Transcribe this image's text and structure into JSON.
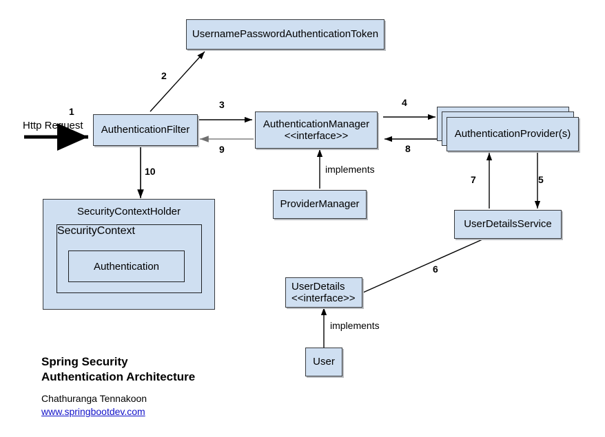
{
  "diagram": {
    "title_line1": "Spring Security",
    "title_line2": "Authentication Architecture",
    "author": "Chathuranga Tennakoon",
    "website": "www.springbootdev.com",
    "entry_label": "Http Request"
  },
  "nodes": {
    "token": {
      "label": "UsernamePasswordAuthenticationToken"
    },
    "auth_filter": {
      "label": "AuthenticationFilter"
    },
    "auth_manager": {
      "line1": "AuthenticationManager",
      "line2": "<<interface>>"
    },
    "auth_provider": {
      "label": "AuthenticationProvider(s)"
    },
    "provider_manager": {
      "label": "ProviderManager"
    },
    "user_details_service": {
      "label": "UserDetailsService"
    },
    "user_details": {
      "line1": "UserDetails",
      "line2": "<<interface>>"
    },
    "user": {
      "label": "User"
    },
    "security_context_holder": {
      "label": "SecurityContextHolder"
    },
    "security_context": {
      "label": "SecurityContext"
    },
    "authentication": {
      "label": "Authentication"
    }
  },
  "edges": {
    "e1": "1",
    "e2": "2",
    "e3": "3",
    "e4": "4",
    "e5": "5",
    "e6": "6",
    "e7": "7",
    "e8": "8",
    "e9": "9",
    "e10": "10",
    "implements_manager": "implements",
    "implements_user": "implements"
  },
  "colors": {
    "node_fill": "#cfdff1",
    "node_border": "#36393d",
    "link": "#1010c8",
    "arrow_dark": "#000000",
    "arrow_gray": "#808080"
  }
}
